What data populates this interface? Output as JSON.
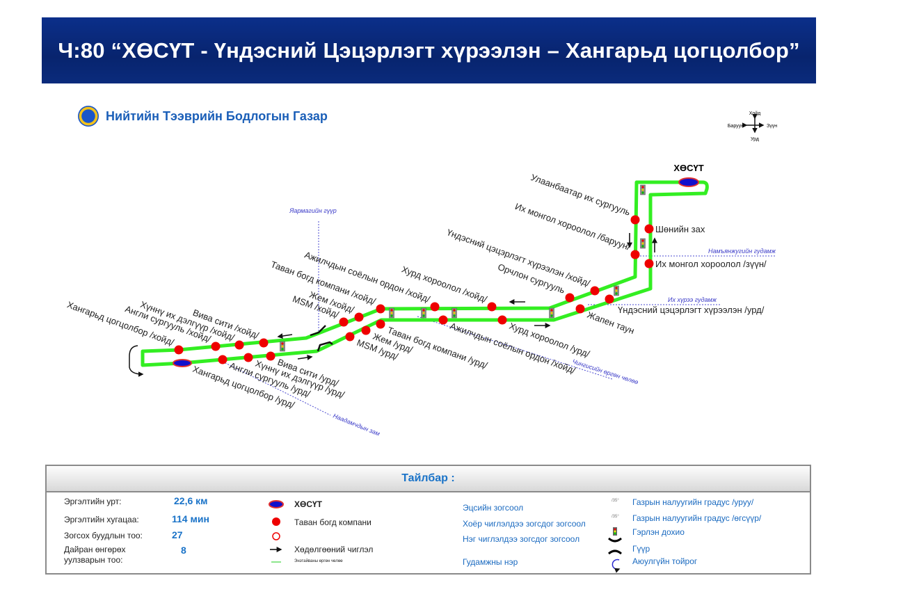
{
  "header": {
    "title": "Ч:80 “ХӨСҮТ - Үндэсний Цэцэрлэгт хүрээлэн – Хангарьд цогцолбор”"
  },
  "org": {
    "name": "Нийтийн Тээврийн Бодлогын Газар"
  },
  "compass": {
    "north": "Хойд",
    "south": "Урд",
    "west": "Баруун",
    "east": "Зүүн"
  },
  "map": {
    "terminal_top": "ХӨСҮТ",
    "north_stops": [
      "Хангарьд цогцолбор /хойд/",
      "Англи сургууль /хойд/",
      "Хүннү их дэлгүүр /хойд/",
      "Вива сити /хойд/",
      "MSM /хойд/",
      "Жем /хойд/",
      "Таван богд компани /хойд/",
      "Ажилчдын соёлын ордон /хойд/",
      "Хурд хороолол /хойд/",
      "Орчлон сургууль",
      "Үндэсний цэцэрлэгт хүрээлэн /хойд/",
      "Их монгол хороолол /баруун/",
      "Улаанбаатар их сургууль"
    ],
    "south_stops": [
      "Шөнийн зах",
      "Их монгол хороолол /зүүн/",
      "Үндэсний цэцэрлэгт хүрээлэн /урд/",
      "Жапен таун",
      "Хурд хороолол /урд/",
      "Ажилчдын соёлын ордон /хойд/",
      "Таван богд компани /урд/",
      "Жем /урд/",
      "MSM /урд/",
      "Вива сити /урд/",
      "Хүннү их дэлгүүр /урд/",
      "Англи сургууль /урд/",
      "Хангарьд цогцолбор  /урд/"
    ],
    "streets": {
      "bridge": "Яармагийн гүүр",
      "namyanju": "Намъянжугийн гудамж",
      "ikh_khuree": "Их хүрээ гудамж",
      "chinggis": "Чингисийн өргөн чөлөө",
      "naadamchid": "Наадамчдын зам"
    },
    "colors": {
      "route": "#33ee22",
      "stop": "#ee0000",
      "terminal": "#1010cc",
      "street": "#3b3bc8"
    }
  },
  "legend": {
    "title": "Тайлбар :",
    "stats": [
      {
        "label": "Эргэлтийн урт:",
        "value": "22,6 км"
      },
      {
        "label": "Эргэлтийн хугацаа:",
        "value": "114 мин"
      },
      {
        "label": "Зогсох буудлын тоо:",
        "value": "27"
      },
      {
        "label": "Дайран өнгөрөх уулзварын тоо:",
        "value": "8"
      }
    ],
    "symbols": {
      "terminal": "ХӨСҮТ",
      "stop": "Таван богд компани",
      "direction": "Хөдөлгөөний чиглэл",
      "route_line": "Энэтайваны өргөн чөлөө"
    },
    "stop_types": [
      "Эцсийн зогсоол",
      "Хоёр чиглэлдээ зогсдог зогсоол",
      "Нэг чиглэлдээ зогсдог зогсоол",
      "Гудамжны нэр"
    ],
    "other": {
      "slope_down": "Газрын налуугийн градус /уруу/",
      "slope_up": "Газрын налуугийн градус /өгсүүр/",
      "slope_mark": "/35°",
      "traffic_light": "Гэрлэн дохио",
      "bridge": "Гүүр",
      "roundabout": "Аюулгүйн тойрог"
    }
  }
}
